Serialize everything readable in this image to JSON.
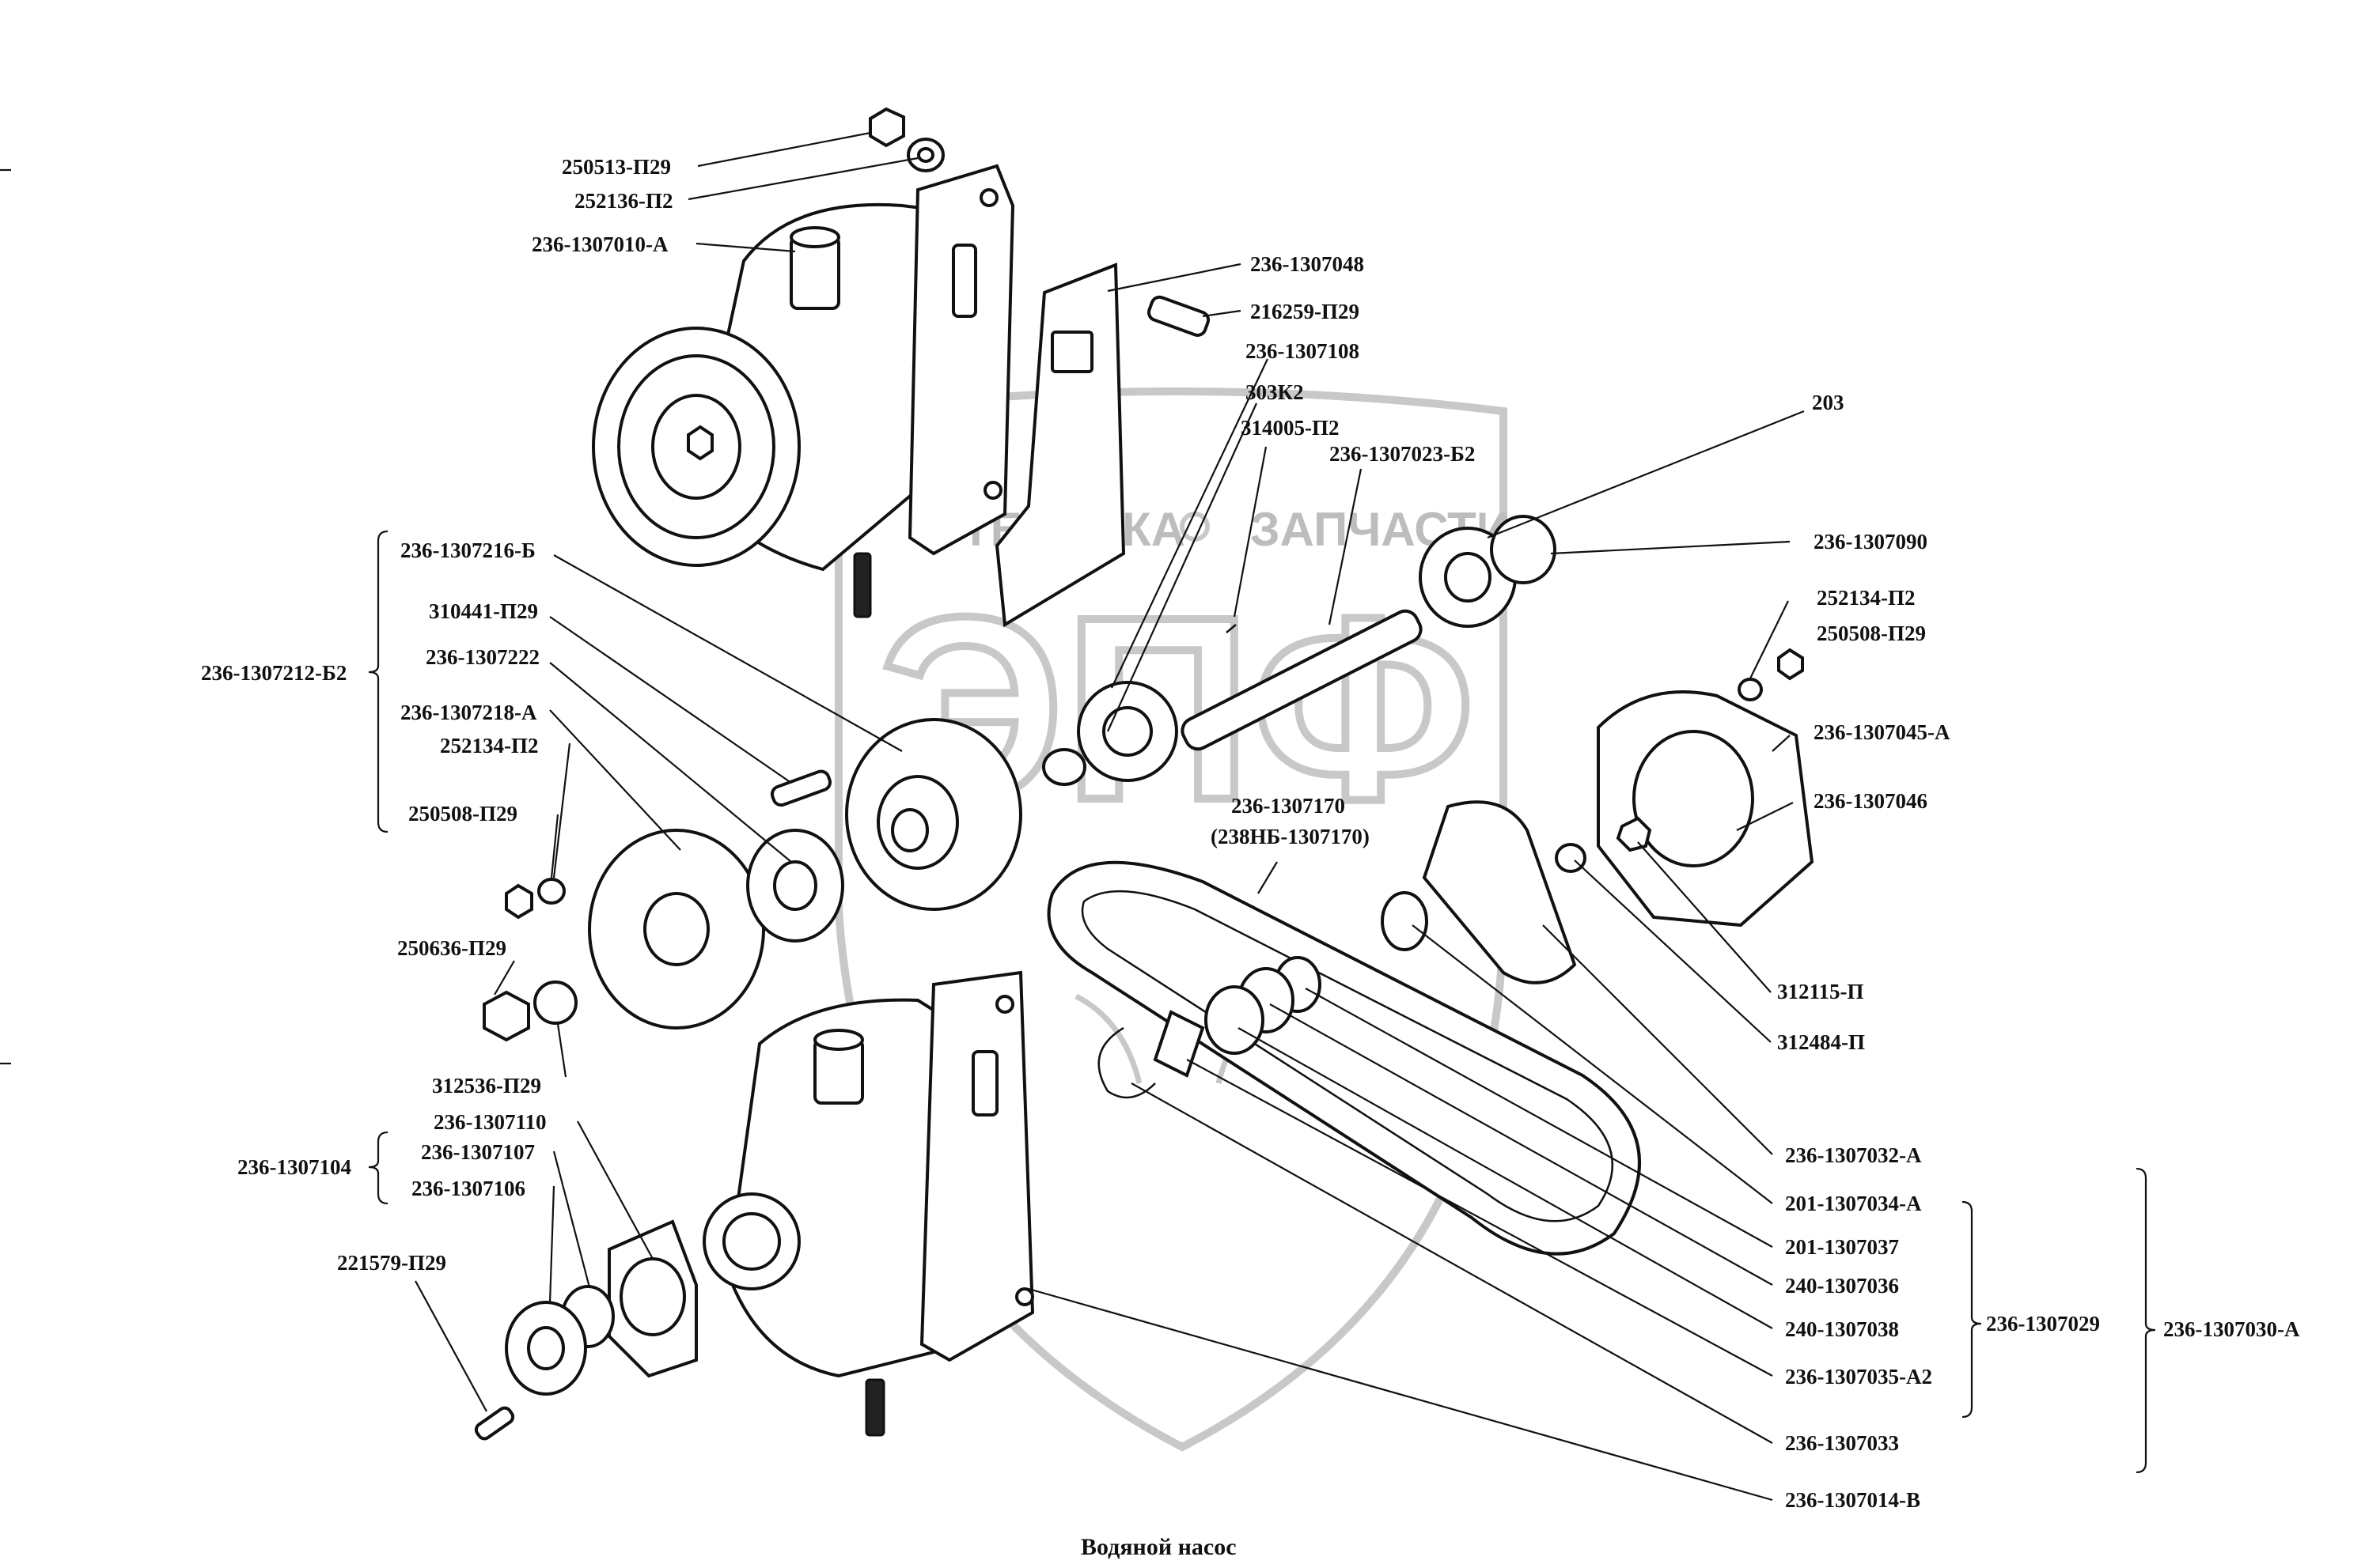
{
  "caption": "Водяной насос",
  "watermark": {
    "brand_top_left": "ТЕХНИКА",
    "brand_top_right": "ЗАПЧАСТИ",
    "brand_big": "ЭПФ"
  },
  "labels": {
    "l01": "250513-П29",
    "l02": "252136-П2",
    "l03": "236-1307010-А",
    "l04": "236-1307048",
    "l05": "216259-П29",
    "l06": "236-1307108",
    "l07": "303К2",
    "l08": "314005-П2",
    "l09": "236-1307023-Б2",
    "l10": "203",
    "l11": "236-1307090",
    "l12": "252134-П2",
    "l13": "250508-П29",
    "l14": "236-1307045-А",
    "l15": "236-1307046",
    "l16": "236-1307170",
    "l17": "(238НБ-1307170)",
    "l18": "312115-П",
    "l19": "312484-П",
    "l20": "236-1307032-А",
    "l21": "201-1307034-А",
    "l22": "201-1307037",
    "l23": "240-1307036",
    "l24": "240-1307038",
    "l25": "236-1307035-А2",
    "l26": "236-1307029",
    "l27": "236-1307030-А",
    "l28": "236-1307033",
    "l29": "236-1307014-В",
    "l30": "236-1307216-Б",
    "l31": "310441-П29",
    "l32": "236-1307222",
    "l33": "236-1307218-А",
    "l34": "252134-П2",
    "l35": "250508-П29",
    "l36": "236-1307212-Б2",
    "l37": "250636-П29",
    "l38": "312536-П29",
    "l39": "236-1307110",
    "l40": "236-1307107",
    "l41": "236-1307106",
    "l42": "236-1307104",
    "l43": "221579-П29"
  }
}
